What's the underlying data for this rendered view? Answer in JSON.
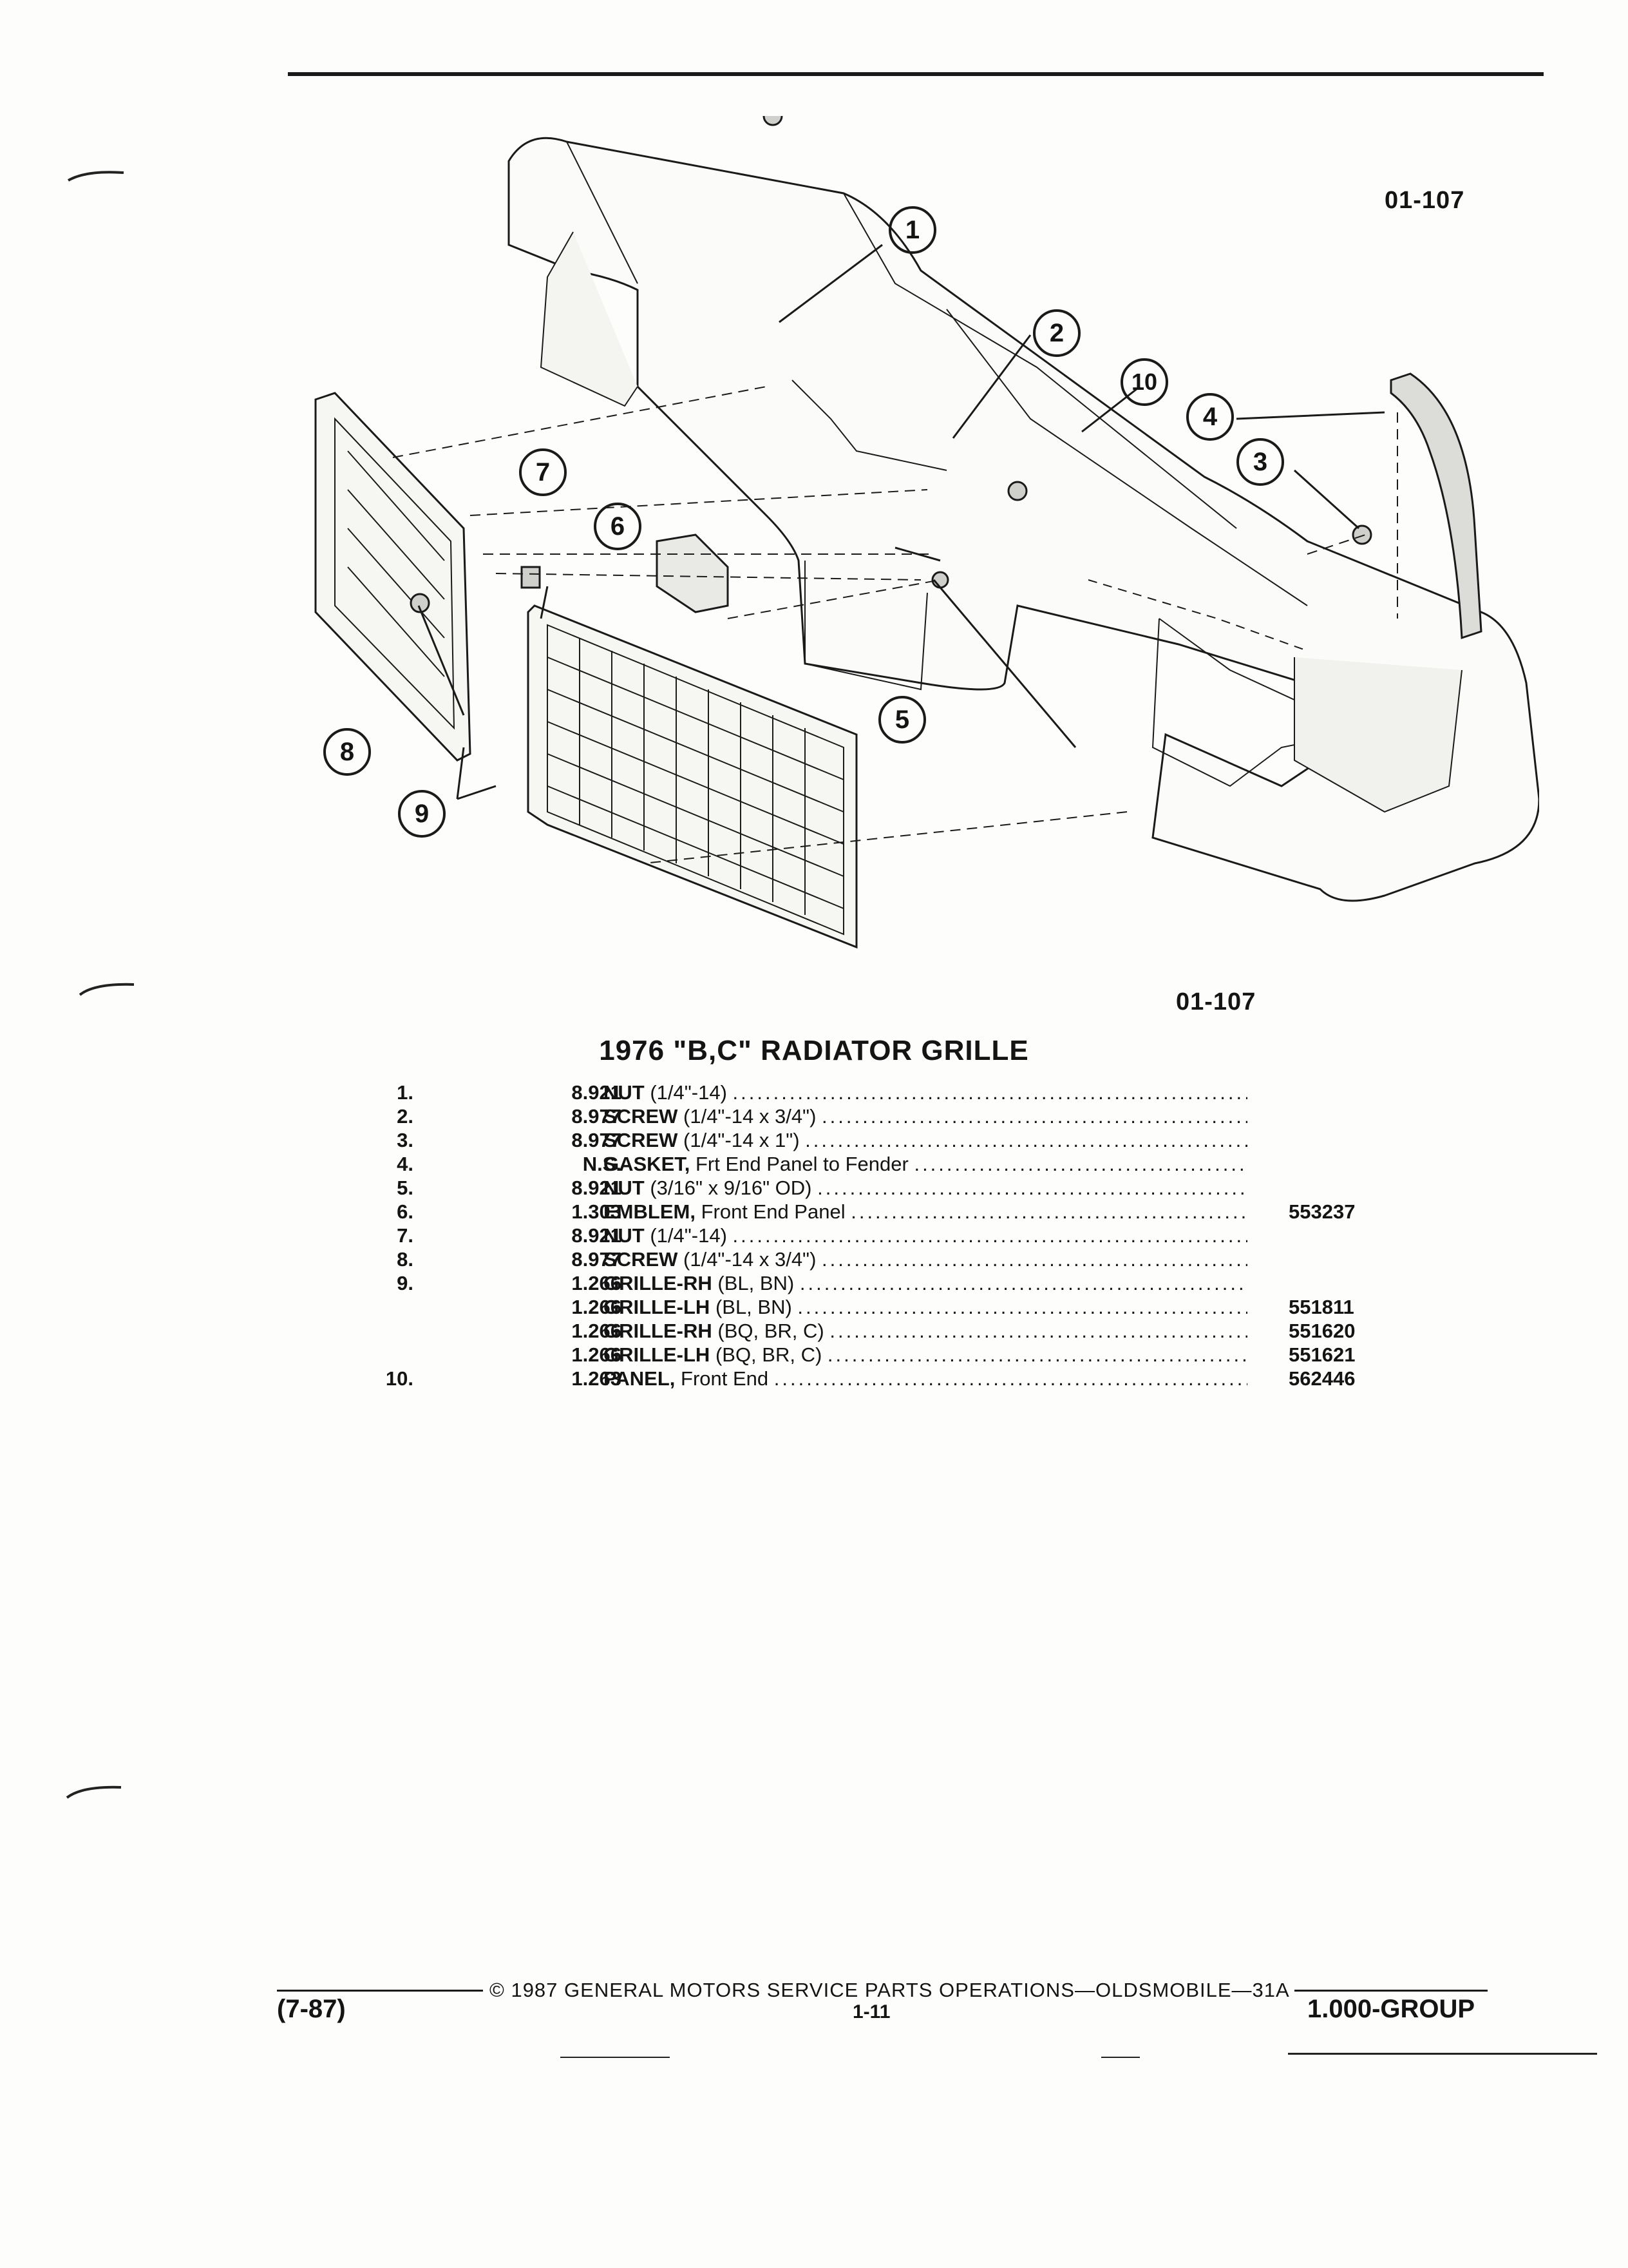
{
  "figure": {
    "id_top": "01-107",
    "id_bottom": "01-107",
    "callouts": [
      "1",
      "2",
      "3",
      "4",
      "5",
      "6",
      "7",
      "8",
      "9",
      "10"
    ]
  },
  "title": "1976 \"B,C\" RADIATOR GRILLE",
  "parts": [
    {
      "no": "1.",
      "group": "8.921",
      "name": "NUT",
      "detail": "(1/4\"-14)",
      "part": ""
    },
    {
      "no": "2.",
      "group": "8.977",
      "name": "SCREW",
      "detail": "(1/4\"-14 x 3/4\")",
      "part": ""
    },
    {
      "no": "3.",
      "group": "8.977",
      "name": "SCREW",
      "detail": "(1/4\"-14 x 1\")",
      "part": ""
    },
    {
      "no": "4.",
      "group": "N.S.",
      "name": "GASKET,",
      "detail": "Frt End Panel to Fender",
      "part": ""
    },
    {
      "no": "5.",
      "group": "8.921",
      "name": "NUT",
      "detail": "(3/16\" x 9/16\" OD)",
      "part": ""
    },
    {
      "no": "6.",
      "group": "1.303",
      "name": "EMBLEM,",
      "detail": "Front End Panel",
      "part": "553237"
    },
    {
      "no": "7.",
      "group": "8.921",
      "name": "NUT",
      "detail": "(1/4\"-14)",
      "part": ""
    },
    {
      "no": "8.",
      "group": "8.977",
      "name": "SCREW",
      "detail": "(1/4\"-14 x 3/4\")",
      "part": ""
    },
    {
      "no": "9.",
      "group": "1.266",
      "name": "GRILLE-RH",
      "detail": "(BL, BN)",
      "part": ""
    },
    {
      "no": "",
      "group": "1.266",
      "name": "GRILLE-LH",
      "detail": "(BL, BN)",
      "part": "551811"
    },
    {
      "no": "",
      "group": "1.266",
      "name": "GRILLE-RH",
      "detail": "(BQ, BR, C)",
      "part": "551620"
    },
    {
      "no": "",
      "group": "1.266",
      "name": "GRILLE-LH",
      "detail": "(BQ, BR, C)",
      "part": "551621"
    },
    {
      "no": "10.",
      "group": "1.263",
      "name": "PANEL,",
      "detail": "Front End",
      "part": "562446"
    }
  ],
  "footer": {
    "copyright": "© 1987 GENERAL MOTORS SERVICE PARTS OPERATIONS—OLDSMOBILE—31A",
    "date_code": "(7-87)",
    "page": "1-11",
    "group": "1.000-GROUP"
  }
}
